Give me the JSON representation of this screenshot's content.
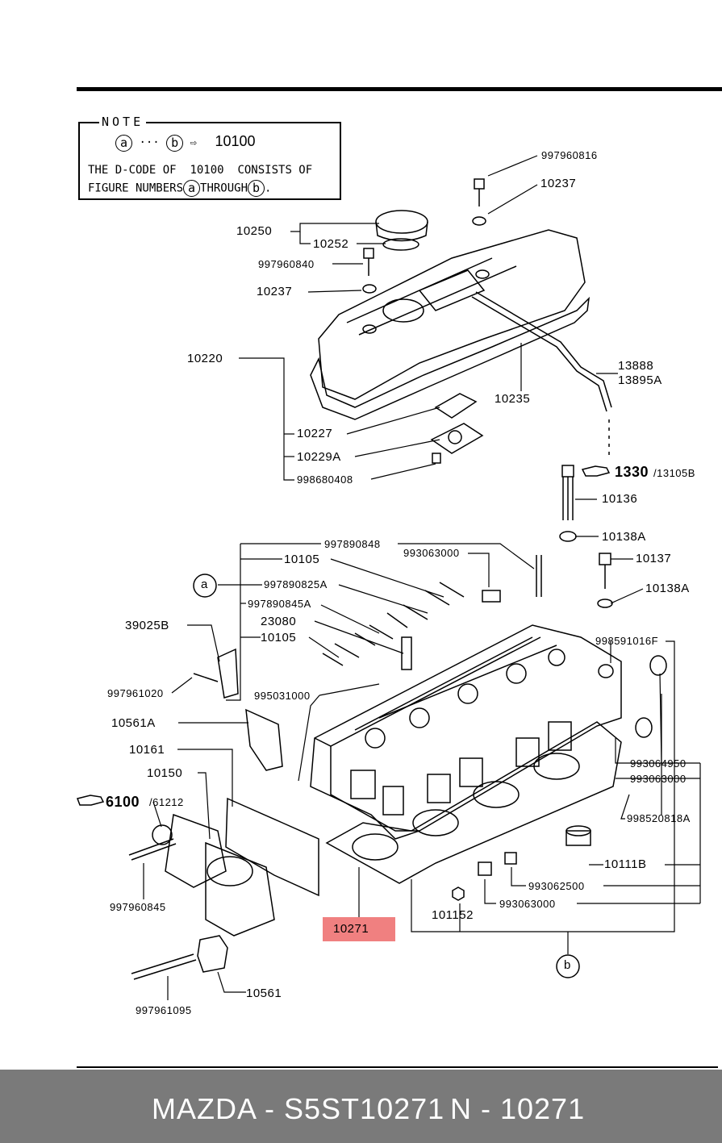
{
  "note": {
    "title": "NOTE",
    "circle_a": "a",
    "dots": "···",
    "circle_b": "b",
    "arrow": "⇨",
    "code": "10100",
    "line2_a": "THE D-CODE OF",
    "line2_b": "10100",
    "line2_c": "CONSISTS OF",
    "line3_a": "FIGURE NUMBERS",
    "line3_circle": "a",
    "line3_b": "THROUGH",
    "line3_circle2": "b",
    "line3_end": "."
  },
  "labels": {
    "p997960816": "997960816",
    "p10237_top": "10237",
    "p10250": "10250",
    "p10252": "10252",
    "p997960840": "997960840",
    "p10237_mid": "10237",
    "p10220": "10220",
    "p13888": "13888",
    "p13895A": "13895A",
    "p10235": "10235",
    "p10227": "10227",
    "p10229A": "10229A",
    "p998680408": "998680408",
    "p1330": "1330",
    "p13105B": "/13105B",
    "p10136": "10136",
    "p997890848": "997890848",
    "p993063000_top": "993063000",
    "p10138A_1": "10138A",
    "p10105_top": "10105",
    "p10137": "10137",
    "circle_a": "a",
    "p997890825A": "997890825A",
    "p10138A_2": "10138A",
    "p997890845A": "997890845A",
    "p39025B": "39025B",
    "p23080": "23080",
    "p10105_mid": "10105",
    "p998591016F": "998591016F",
    "p997961020": "997961020",
    "p995031000": "995031000",
    "p10561A": "10561A",
    "p10161": "10161",
    "p993064950": "993064950",
    "p993063000_mid": "993063000",
    "p10150": "10150",
    "p6100": "6100",
    "p61212": "/61212",
    "p998520818A": "998520818A",
    "p10111B": "10111B",
    "p997960845": "997960845",
    "p993062500": "993062500",
    "p993063000_low": "993063000",
    "p101152": "101152",
    "p10271": "10271",
    "circle_b": "b",
    "p10561": "10561",
    "p997961095": "997961095"
  },
  "footer": {
    "part_text": "MAZDA - S5ST10271",
    "ref_text": "N - 10271"
  },
  "colors": {
    "highlight": "#f08080",
    "footer_bg": "#7a7a7a",
    "footer_text": "#ffffff"
  }
}
